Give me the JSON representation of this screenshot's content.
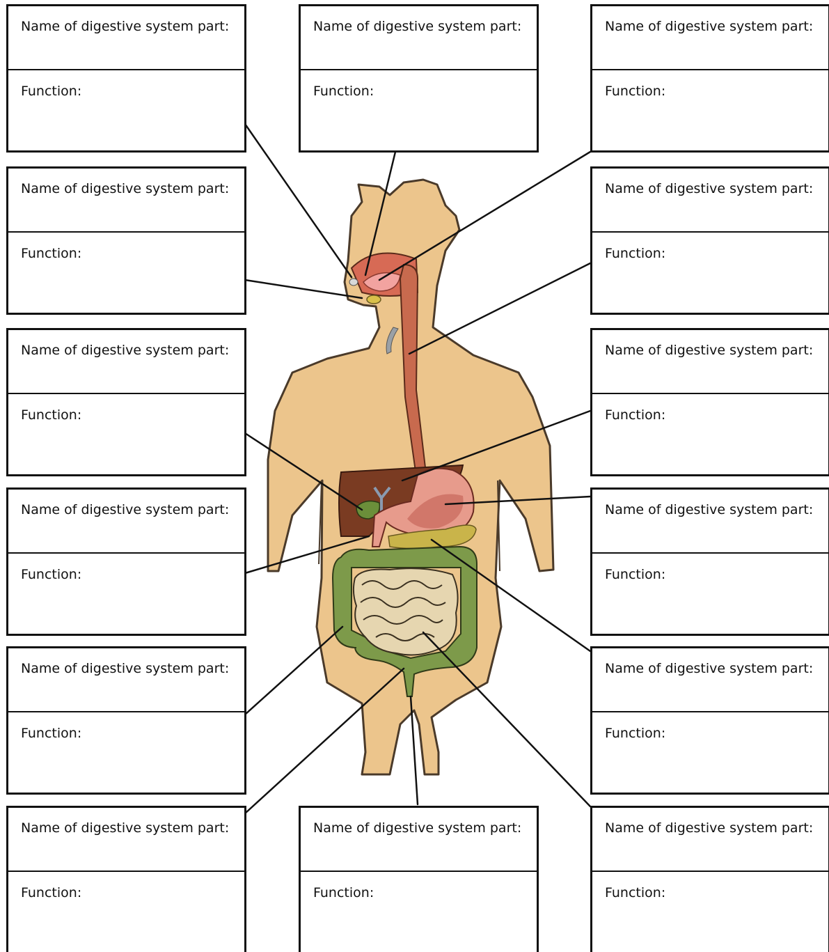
{
  "worksheet": {
    "box_name_label": "Name of digestive system part:",
    "box_function_label": "Function:",
    "boxes": [
      {
        "id": "box-left-1",
        "name_label": "Name of digestive system part:",
        "function_label": "Function:"
      },
      {
        "id": "box-left-2",
        "name_label": "Name of digestive system part:",
        "function_label": "Function:"
      },
      {
        "id": "box-left-3",
        "name_label": "Name of digestive system part:",
        "function_label": "Function:"
      },
      {
        "id": "box-left-4",
        "name_label": "Name of digestive system part:",
        "function_label": "Function:"
      },
      {
        "id": "box-left-5",
        "name_label": "Name of digestive system part:",
        "function_label": "Function:"
      },
      {
        "id": "box-left-6",
        "name_label": "Name of digestive system part:",
        "function_label": "Function:"
      },
      {
        "id": "box-top-mid",
        "name_label": "Name of digestive system part:",
        "function_label": "Function:"
      },
      {
        "id": "box-bottom-mid",
        "name_label": "Name of digestive system part:",
        "function_label": "Function:"
      },
      {
        "id": "box-right-1",
        "name_label": "Name of digestive system part:",
        "function_label": "Function:"
      },
      {
        "id": "box-right-2",
        "name_label": "Name of digestive system part:",
        "function_label": "Function:"
      },
      {
        "id": "box-right-3",
        "name_label": "Name of digestive system part:",
        "function_label": "Function:"
      },
      {
        "id": "box-right-4",
        "name_label": "Name of digestive system part:",
        "function_label": "Function:"
      },
      {
        "id": "box-right-5",
        "name_label": "Name of digestive system part:",
        "function_label": "Function:"
      },
      {
        "id": "box-right-6",
        "name_label": "Name of digestive system part:",
        "function_label": "Function:"
      }
    ]
  },
  "colors": {
    "skin": "#ecc58c",
    "skin_outline": "#4a3a2a",
    "esophagus": "#c86a4e",
    "mouth_pink": "#f2a3a0",
    "liver": "#7a3b22",
    "gallbladder": "#6b8f3a",
    "stomach": "#e79b8c",
    "stomach_inner": "#d1776a",
    "pancreas": "#c9b44a",
    "large_intestine": "#7d9a4a",
    "small_intestine": "#e6d6b0",
    "leader_line": "#111111",
    "box_border": "#111111"
  }
}
